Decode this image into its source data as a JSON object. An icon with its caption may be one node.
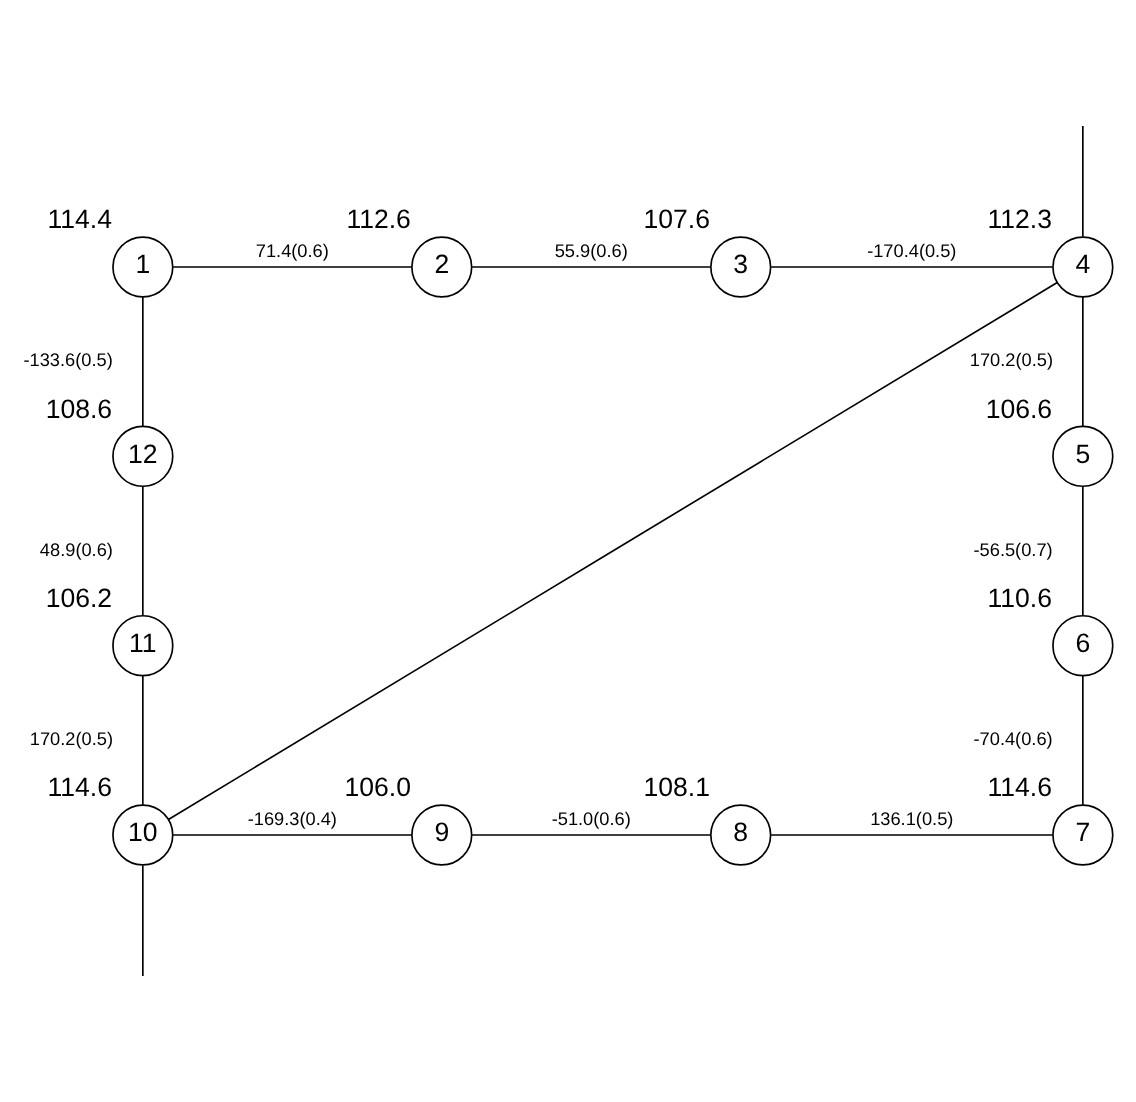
{
  "diagram": {
    "nodes": [
      {
        "text": [
          "1"
        ],
        "beside": [
          "114.4"
        ]
      },
      {
        "text": [
          "2"
        ],
        "beside": [
          "112.6"
        ]
      },
      {
        "text": [
          "3"
        ],
        "beside": [
          "107.6"
        ]
      },
      {
        "text": [
          "4"
        ],
        "beside": [
          "112.3"
        ]
      },
      {
        "text": [
          "5"
        ],
        "beside": [
          "106.6"
        ]
      },
      {
        "text": [
          "6"
        ],
        "beside": [
          "110.6"
        ]
      },
      {
        "text": [
          "7"
        ],
        "beside": [
          "114.6"
        ]
      },
      {
        "text": [
          "8"
        ],
        "beside": [
          "108.1"
        ]
      },
      {
        "text": [
          "9"
        ],
        "beside": [
          "106.0"
        ]
      },
      {
        "text": [
          "10"
        ],
        "beside": [
          "114.6"
        ]
      },
      {
        "text": [
          "11"
        ],
        "beside": [
          "106.2"
        ]
      },
      {
        "text": [
          "12"
        ],
        "beside": [
          "108.6"
        ]
      }
    ],
    "edges": [
      {
        "from": 0,
        "to": 1,
        "arrow": "none",
        "label": "71.4(0.6)"
      },
      {
        "from": 1,
        "to": 2,
        "arrow": "none",
        "label": "55.9(0.6)"
      },
      {
        "from": 2,
        "to": 3,
        "arrow": "none",
        "label": "-170.4(0.5)"
      },
      {
        "from": 3,
        "to": 4,
        "arrow": "none",
        "label": "170.2(0.5)"
      },
      {
        "from": 4,
        "to": 5,
        "arrow": "none",
        "label": "-56.5(0.7)"
      },
      {
        "from": 5,
        "to": 6,
        "arrow": "none",
        "label": "-70.4(0.6)"
      },
      {
        "from": 7,
        "to": 6,
        "arrow": "none",
        "label": "136.1(0.5)"
      },
      {
        "from": 8,
        "to": 7,
        "arrow": "none",
        "label": "-51.0(0.6)"
      },
      {
        "from": 9,
        "to": 8,
        "arrow": "none",
        "label": "-169.3(0.4)"
      },
      {
        "from": 10,
        "to": 9,
        "arrow": "none",
        "label": "170.2(0.5)"
      },
      {
        "from": 11,
        "to": 10,
        "arrow": "none",
        "label": "48.9(0.6)"
      },
      {
        "from": 0,
        "to": 11,
        "arrow": "none",
        "label": "-133.6(0.5)"
      },
      {
        "from": 3,
        "to": 9,
        "arrow": "none"
      },
      {
        "from": null,
        "to": 3,
        "arrow": "none"
      },
      {
        "from": 9,
        "to": null,
        "arrow": "none"
      }
    ]
  }
}
